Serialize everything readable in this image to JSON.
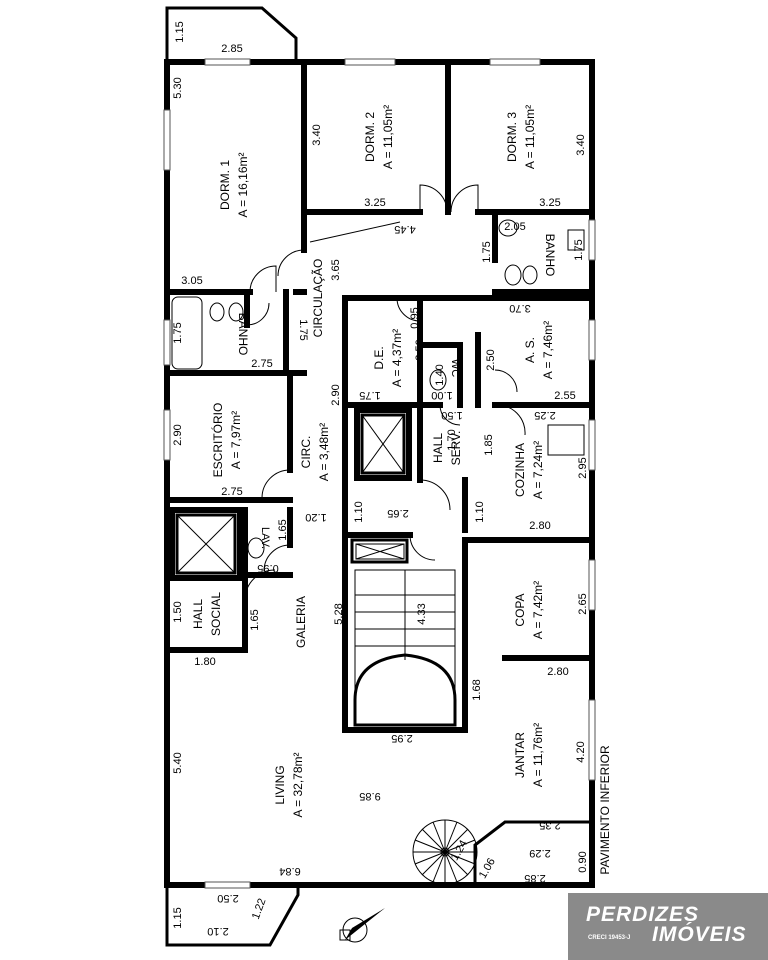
{
  "rooms": {
    "dorm1": {
      "name": "DORM. 1",
      "area": "A = 16,16m²"
    },
    "dorm2": {
      "name": "DORM. 2",
      "area": "A = 11,05m²"
    },
    "dorm3": {
      "name": "DORM. 3",
      "area": "A = 11,05m²"
    },
    "banho1": {
      "name": "BANHO"
    },
    "banho2": {
      "name": "BANHO"
    },
    "circulacao": {
      "name": "CIRCULAÇÃO"
    },
    "de": {
      "name": "D.E.",
      "area": "A = 4,37m²"
    },
    "as": {
      "name": "A. S.",
      "area": "A = 7,46m²"
    },
    "wc": {
      "name": "WC"
    },
    "escritorio": {
      "name": "ESCRITÓRIO",
      "area": "A = 7,97m²"
    },
    "circ": {
      "name": "CIRC.",
      "area": "A = 3,48m²"
    },
    "hallserv": {
      "line1": "HALL",
      "line2": "SERV."
    },
    "cozinha": {
      "name": "COZINHA",
      "area": "A = 7,24m²"
    },
    "lav": {
      "name": "LAV."
    },
    "hallsocial": {
      "line1": "HALL",
      "line2": "SOCIAL"
    },
    "galeria": {
      "name": "GALERIA"
    },
    "copa": {
      "name": "COPA",
      "area": "A = 7,42m²"
    },
    "living": {
      "name": "LIVING",
      "area": "A = 32,78m²"
    },
    "jantar": {
      "name": "JANTAR",
      "area": "A = 11,76m²"
    }
  },
  "dims": {
    "d_1_15_top": "1.15",
    "d_2_85_top": "2.85",
    "d_5_30": "5.30",
    "d_3_40_a": "3.40",
    "d_3_25_a": "3.25",
    "d_4_45": "4.45",
    "d_3_40_b": "3.40",
    "d_3_25_b": "3.25",
    "d_2_05": "2.05",
    "d_1_75_a": "1.75",
    "d_1_75_b": "1.75",
    "d_3_05": "3.05",
    "d_3_65": "3.65",
    "d_1_75_c": "1.75",
    "d_2_75_a": "2.75",
    "d_1_75_d": "1.75",
    "d_0_95": "0.95",
    "d_3_70": "3.70",
    "d_2_50_a": "2.50",
    "d_2_50_b": "2.50",
    "d_1_40": "1.40",
    "d_1_00": "1.00",
    "d_1_75_e": "1.75",
    "d_2_55": "2.55",
    "d_2_90_a": "2.90",
    "d_2_90_b": "2.90",
    "d_1_50_a": "1.50",
    "d_2_25": "2.25",
    "d_1_70": "1.70",
    "d_1_85": "1.85",
    "d_2_95_a": "2.95",
    "d_2_75_b": "2.75",
    "d_1_65_a": "1.65",
    "d_1_20": "1.20",
    "d_1_10_a": "1.10",
    "d_2_65_a": "2.65",
    "d_1_10_b": "1.10",
    "d_2_80_a": "2.80",
    "d_0_95_b": "0.95",
    "d_1_50_b": "1.50",
    "d_1_65_b": "1.65",
    "d_5_28": "5.28",
    "d_4_33": "4.33",
    "d_2_65_b": "2.65",
    "d_1_80": "1.80",
    "d_1_68": "1.68",
    "d_2_80_b": "2.80",
    "d_2_95_b": "2.95",
    "d_5_40": "5.40",
    "d_4_20": "4.20",
    "d_9_85": "9.85",
    "d_2_35": "2.35",
    "d_2_29": "2.29",
    "d_1_24": "1.24",
    "d_1_06": "1.06",
    "d_0_90": "0.90",
    "d_6_84": "6.84",
    "d_2_85_bot": "2.85",
    "d_1_15_bot": "1.15",
    "d_2_50_bot": "2.50",
    "d_1_22": "1.22",
    "d_2_10": "2.10"
  },
  "floor_label": "PAVIMENTO INFERIOR",
  "brand": {
    "name_line1": "PERDIZES",
    "name_line2": "IMÓVEIS",
    "creci": "CRECI 19453-J",
    "bg_color": "#8a8a8a"
  }
}
